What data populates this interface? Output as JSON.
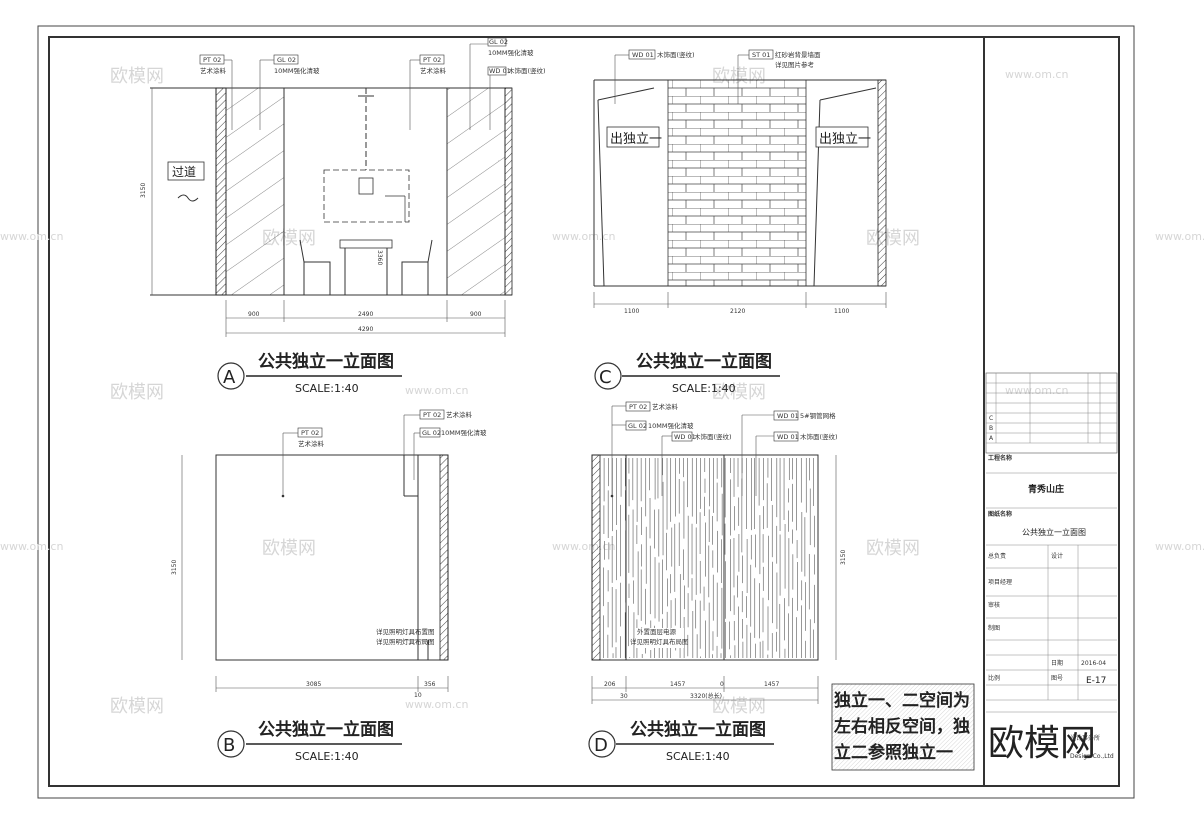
{
  "views": {
    "a": {
      "letter": "A",
      "title": "公共独立一立面图",
      "scale": "SCALE:1:40",
      "tags": [
        "PT 02",
        "艺术涂料",
        "GL 02",
        "10MM强化清玻",
        "PT 02",
        "艺术涂料",
        "GL 02",
        "10MM强化清玻",
        "WD 01",
        "木饰面(竖纹)"
      ],
      "corridor": "过道",
      "dims": [
        "900",
        "2490",
        "900",
        "4290",
        "3150"
      ]
    },
    "b": {
      "letter": "B",
      "title": "公共独立一立面图",
      "scale": "SCALE:1:40",
      "tags": [
        "PT 02",
        "艺术涂料",
        "PT 02",
        "艺术涂料",
        "GL 02",
        "10MM强化清玻"
      ],
      "note1": "详见照明灯具布置图",
      "note2": "详见照明灯具布局图",
      "dims": [
        "3085",
        "356",
        "10",
        "3150"
      ]
    },
    "c": {
      "letter": "C",
      "title": "公共独立一立面图",
      "scale": "SCALE:1:40",
      "tags": [
        "WD 01",
        "木饰面(竖纹)",
        "ST 01",
        "红砂岩背景墙面",
        "详见图片参考"
      ],
      "outLabel": "出独立一",
      "dims": [
        "1100",
        "2120",
        "1100"
      ]
    },
    "d": {
      "letter": "D",
      "title": "公共独立一立面图",
      "scale": "SCALE:1:40",
      "tags": [
        "PT 02",
        "艺术涂料",
        "GL 02",
        "10MM强化清玻",
        "WD 01",
        "木饰面(竖纹)",
        "WD 01",
        "5#钢管网格",
        "WD 01",
        "木饰面(竖纹)"
      ],
      "note1": "外置面层电源",
      "note2": "详见照明灯具布局图",
      "dims": [
        "206",
        "1457",
        "1457",
        "3320(总长)",
        "30",
        "3150",
        "0"
      ]
    }
  },
  "note": {
    "line1": "独立一、二空间为",
    "line2": "左右相反空间，独",
    "line3": "立二参照独立一"
  },
  "titleblock": {
    "project_label": "工程名称",
    "project": "青秀山庄",
    "drawing_label": "图纸名称",
    "drawing": "公共独立一立面图",
    "rev_rows": [
      "C",
      "B",
      "A"
    ],
    "fields": [
      "总负责",
      "设计",
      "项目经理",
      "审核",
      "制图",
      "图号",
      "日期",
      "比例"
    ],
    "date": "2016-04",
    "sheet_no": "E-17",
    "company": "设计事务所",
    "company_en": "Design Co.,Ltd"
  },
  "watermark": {
    "brand": "欧模网",
    "url": "www.om.cn",
    "logo": "欧模网"
  }
}
